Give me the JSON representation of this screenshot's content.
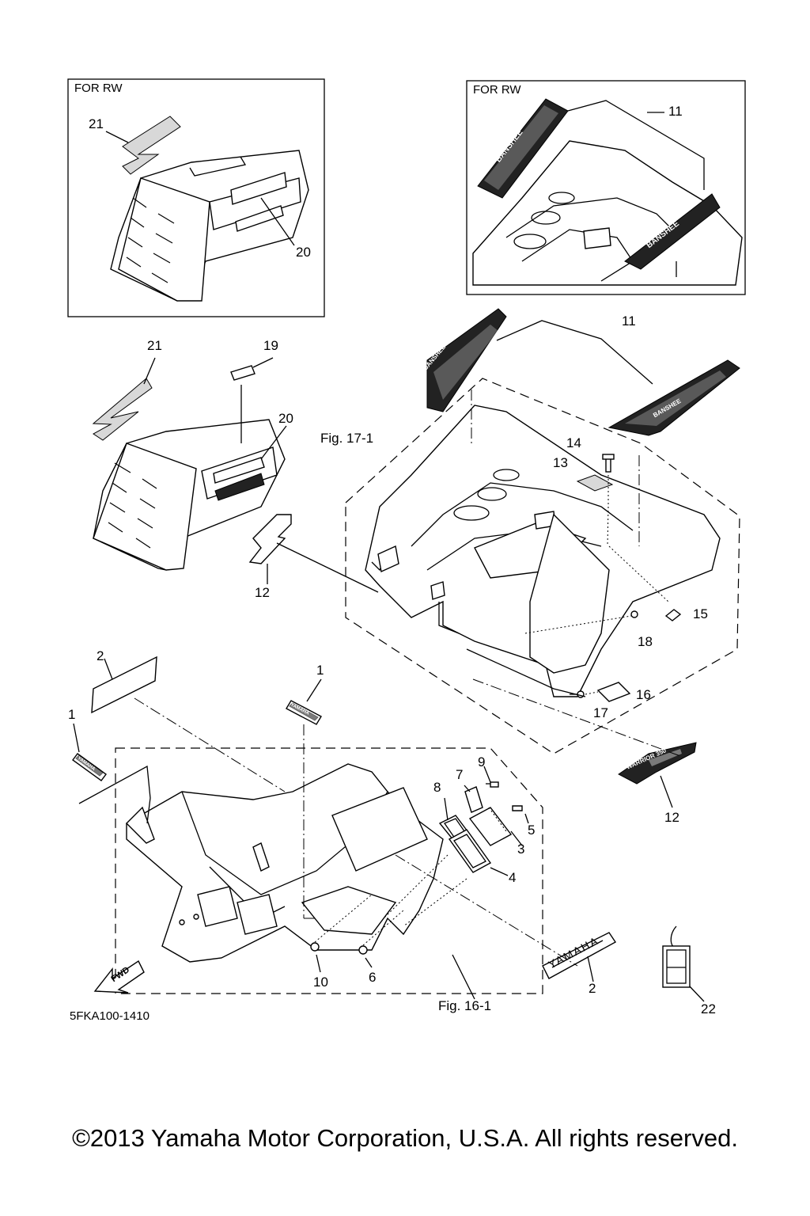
{
  "inset_left_label": "FOR RW",
  "inset_right_label": "FOR RW",
  "callouts": {
    "c1_top": "1",
    "c1_left": "1",
    "c2_top": "2",
    "c2_bottom": "2",
    "c3": "3",
    "c4": "4",
    "c5": "5",
    "c6": "6",
    "c7": "7",
    "c8": "8",
    "c9": "9",
    "c10": "10",
    "c11_inset": "11",
    "c11_main": "11",
    "c12_left": "12",
    "c12_right": "12",
    "c13": "13",
    "c14": "14",
    "c15": "15",
    "c16": "16",
    "c17": "17",
    "c18": "18",
    "c19": "19",
    "c20_inset": "20",
    "c20_main": "20",
    "c21_inset": "21",
    "c21_main": "21",
    "c22": "22"
  },
  "figure_ref_top": "Fig. 17-1",
  "figure_ref_bottom": "Fig. 16-1",
  "fwd_label": "FWD",
  "drawing_code": "5FKA100-1410",
  "copyright": "©2013 Yamaha Motor Corporation, U.S.A. All rights reserved.",
  "decal_texts": {
    "yamaha": "YAMAHA",
    "banshee": "BANSHEE",
    "warrior": "WARRIOR 350"
  }
}
